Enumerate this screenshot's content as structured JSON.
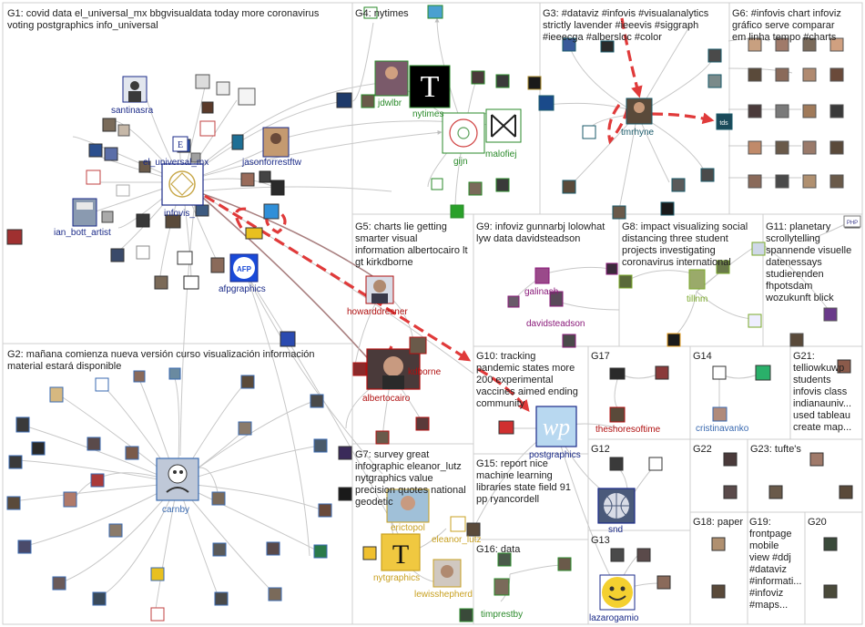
{
  "groups": [
    {
      "id": "G1",
      "text": "G1: covid data el_universal_mx bbgvisualdata today more coronavirus voting postgraphics info_universal"
    },
    {
      "id": "G2",
      "text": "G2: mañana comienza nueva versión curso visualización información material estará disponible"
    },
    {
      "id": "G3",
      "text": "G3: #dataviz #infovis #visualanalytics strictly lavender #ieeevis #siggraph #ieeecga #albersloc #color"
    },
    {
      "id": "G4",
      "text": "G4: nytimes"
    },
    {
      "id": "G5",
      "text": "G5: charts lie getting smarter visual information albertocairo lt gt kirkdborne"
    },
    {
      "id": "G6",
      "text": "G6: #infovis chart infoviz gráfico serve comparar em linha tempo #charts"
    },
    {
      "id": "G7",
      "text": "G7: survey great infographic eleanor_lutz nytgraphics value precision quotes national geodetic"
    },
    {
      "id": "G8",
      "text": "G8: impact visualizing social distancing three student projects investigating coronavirus international"
    },
    {
      "id": "G9",
      "text": "G9: infoviz gunnarbj lolowhat lyw data davidsteadson"
    },
    {
      "id": "G10",
      "text": "G10: tracking pandemic states more 200 experimental vaccines aimed ending community"
    },
    {
      "id": "G11",
      "text": "G11: planetary scrollytelling spannende visuelle datenessays studierenden fhpotsdam wozukunft blick"
    },
    {
      "id": "G12",
      "text": "G12"
    },
    {
      "id": "G13",
      "text": "G13"
    },
    {
      "id": "G14",
      "text": "G14"
    },
    {
      "id": "G15",
      "text": "G15: report nice machine learning libraries state field 91 pp ryancordell"
    },
    {
      "id": "G16",
      "text": "G16: data"
    },
    {
      "id": "G17",
      "text": "G17"
    },
    {
      "id": "G18",
      "text": "G18: paper"
    },
    {
      "id": "G19",
      "text": "G19: frontpage mobile view #ddj #dataviz #informati... #infoviz #maps..."
    },
    {
      "id": "G20",
      "text": "G20"
    },
    {
      "id": "G21",
      "text": "G21: telliowkuwp students infovis class indianauniv... used tableau create map..."
    },
    {
      "id": "G22",
      "text": "G22"
    },
    {
      "id": "G23",
      "text": "G23: tufte's"
    }
  ],
  "group_wrapped_lines": {
    "G1": [
      "G1: covid data el_universal_mx bbgvisualdata today more coronavirus",
      "voting postgraphics info_universal"
    ],
    "G2": [
      "G2: mañana comienza nueva versión curso visualización información",
      "material estará disponible"
    ],
    "G3": [
      "G3: #dataviz #infovis #visualanalytics",
      "strictly lavender #ieeevis #siggraph",
      "#ieeecga #albersloc #color"
    ],
    "G4": [
      "G4: nytimes"
    ],
    "G5": [
      "G5: charts lie getting",
      "smarter visual",
      "information albertocairo lt",
      "gt kirkdborne"
    ],
    "G6": [
      "G6: #infovis chart infoviz",
      "gráfico serve comparar",
      "em linha tempo #charts"
    ],
    "G7": [
      "G7: survey great",
      "infographic eleanor_lutz",
      "nytgraphics value",
      "precision quotes national",
      "geodetic"
    ],
    "G8": [
      "G8: impact visualizing social",
      "distancing three student",
      "projects investigating",
      "coronavirus international"
    ],
    "G9": [
      "G9: infoviz gunnarbj lolowhat",
      "lyw data davidsteadson"
    ],
    "G10": [
      "G10: tracking",
      "pandemic states more",
      "200 experimental",
      "vaccines aimed ending",
      "community"
    ],
    "G11": [
      "G11: planetary",
      "scrollytelling",
      "spannende visuelle",
      "datenessays",
      "studierenden",
      "fhpotsdam",
      "wozukunft blick"
    ],
    "G12": [
      "G12"
    ],
    "G13": [
      "G13"
    ],
    "G14": [
      "G14"
    ],
    "G15": [
      "G15: report nice",
      "machine learning",
      "libraries state field 91",
      "pp ryancordell"
    ],
    "G16": [
      "G16: data"
    ],
    "G17": [
      "G17"
    ],
    "G18": [
      "G18: paper"
    ],
    "G19": [
      "G19:",
      "frontpage",
      "mobile",
      "view #ddj",
      "#dataviz",
      "#informati...",
      "#infoviz",
      "#maps..."
    ],
    "G20": [
      "G20"
    ],
    "G21": [
      "G21:",
      "telliowkuwp",
      "students",
      "infovis class",
      "indianauniv...",
      "used tableau",
      "create map..."
    ],
    "G22": [
      "G22"
    ],
    "G23": [
      "G23: tufte's"
    ]
  },
  "node_labels": [
    {
      "id": "santinasra",
      "text": "santinasra",
      "color": "#1a2a88"
    },
    {
      "id": "el_universal_mx",
      "text": "el_universal_mx",
      "color": "#1a2a88"
    },
    {
      "id": "jasonforrestftw",
      "text": "jasonforrestftw",
      "color": "#1a2a88"
    },
    {
      "id": "infovis_",
      "text": "infovis_",
      "color": "#1a2a88"
    },
    {
      "id": "ian_bott_artist",
      "text": "ian_bott_artist",
      "color": "#1a2a88"
    },
    {
      "id": "afpgraphics",
      "text": "afpgraphics",
      "color": "#1a2a88"
    },
    {
      "id": "carnby",
      "text": "carnby",
      "color": "#3a6ab0"
    },
    {
      "id": "jdwlbr",
      "text": "jdwlbr",
      "color": "#2a8a2a"
    },
    {
      "id": "nytimes",
      "text": "nytimes",
      "color": "#2a8a2a"
    },
    {
      "id": "gijn",
      "text": "gijn",
      "color": "#2a8a2a"
    },
    {
      "id": "malofiej",
      "text": "malofiej",
      "color": "#2a8a2a"
    },
    {
      "id": "tmrhyne",
      "text": "tmrhyne",
      "color": "#1a5a6a"
    },
    {
      "id": "howarddresner",
      "text": "howarddresner",
      "color": "#b01010"
    },
    {
      "id": "albertocairo",
      "text": "albertocairo",
      "color": "#b01010"
    },
    {
      "id": "kirkdborne",
      "text": "kdborne",
      "color": "#b01010"
    },
    {
      "id": "galinash",
      "text": "galinash",
      "color": "#8a1a7a"
    },
    {
      "id": "davidsteadson",
      "text": "davidsteadson",
      "color": "#8a1a7a"
    },
    {
      "id": "tillnm",
      "text": "tillnm",
      "color": "#7aa82a"
    },
    {
      "id": "postgraphics",
      "text": "postgraphics",
      "color": "#1a2a88"
    },
    {
      "id": "theshoresoftime",
      "text": "theshoresoftime",
      "color": "#b01010"
    },
    {
      "id": "cristinavanko",
      "text": "cristinavanko",
      "color": "#3a6ab0"
    },
    {
      "id": "erictopol",
      "text": "erictopol",
      "color": "#c8a020"
    },
    {
      "id": "eleanor_lutz",
      "text": "eleanor_lutz",
      "color": "#c8a020"
    },
    {
      "id": "nytgraphics",
      "text": "nytgraphics",
      "color": "#c8a020"
    },
    {
      "id": "lewisshepherd",
      "text": "lewisshepherd",
      "color": "#c8a020"
    },
    {
      "id": "snd",
      "text": "snd",
      "color": "#1a2a88"
    },
    {
      "id": "timprestby",
      "text": "timprestby",
      "color": "#2a8a2a"
    },
    {
      "id": "lazarogamio",
      "text": "lazarogamio",
      "color": "#1a2a88"
    }
  ],
  "icons": {
    "wp_logo": "washington-post-logo-icon",
    "nyt_logo": "new-york-times-logo-icon",
    "afp_logo": "afp-logo-icon",
    "snd_logo": "snd-globe-logo-icon",
    "smiley": "smiley-face-icon",
    "infovis_logo": "infovis-logo-icon",
    "gijn_logo": "gijn-logo-icon",
    "malofiej_logo": "malofiej-logo-icon",
    "carnby_avatar": "cartoon-avatar-icon",
    "tds": "tds-logo-icon",
    "php": "php-logo-icon"
  },
  "colors": {
    "group_border": "#cfcfcf",
    "edge": "#c8c8c8",
    "heavy_edge": "#a98080",
    "highlight_edge": "#e03a3a"
  }
}
